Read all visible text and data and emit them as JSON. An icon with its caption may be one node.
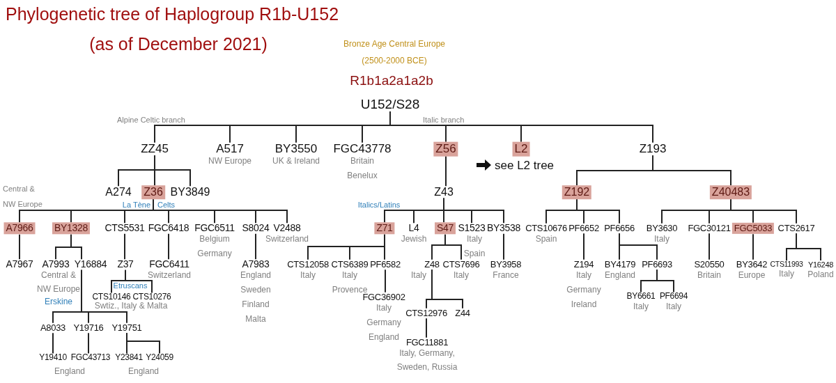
{
  "diagram": {
    "title": "Phylogenetic tree of Haplogroup R1b-U152",
    "nodes": [
      {
        "text": [
          "U152/S28"
        ]
      },
      {
        "text": [
          "ZZ45"
        ]
      },
      {
        "text": [
          "A517"
        ],
        "beside": [
          "NW Europe"
        ]
      },
      {
        "text": [
          "BY3550"
        ],
        "beside": [
          "UK & Ireland"
        ]
      },
      {
        "text": [
          "FGC43778"
        ],
        "beside": [
          "Britain",
          "Benelux"
        ]
      },
      {
        "text": [
          "Z56"
        ]
      },
      {
        "text": [
          "L2"
        ]
      },
      {
        "text": [
          "Z193"
        ]
      },
      {
        "text": [
          "A274"
        ]
      },
      {
        "text": [
          "Z36"
        ]
      },
      {
        "text": [
          "BY3849"
        ]
      },
      {
        "text": [
          "A7966"
        ]
      },
      {
        "text": [
          "BY1328"
        ]
      },
      {
        "text": [
          "CTS5531"
        ]
      },
      {
        "text": [
          "FGC6418"
        ]
      },
      {
        "text": [
          "FGC6511"
        ],
        "beside": [
          "Belgium",
          "Germany"
        ]
      },
      {
        "text": [
          "S8024"
        ]
      },
      {
        "text": [
          "V2488"
        ],
        "beside": [
          "Switzerland"
        ]
      },
      {
        "text": [
          "A7967"
        ]
      },
      {
        "text": [
          "A7993"
        ],
        "beside": [
          "Central & NW Europe"
        ]
      },
      {
        "text": [
          "Y16884"
        ]
      },
      {
        "text": [
          "Z37"
        ]
      },
      {
        "text": [
          "FGC6411"
        ],
        "beside": [
          "Switzerland"
        ]
      },
      {
        "text": [
          "A7983"
        ],
        "beside": [
          "England",
          "Sweden",
          "Finland",
          "Malta"
        ]
      },
      {
        "text": [
          "CTS10146"
        ]
      },
      {
        "text": [
          "CTS10276"
        ]
      },
      {
        "text": [
          "A8033"
        ]
      },
      {
        "text": [
          "Y19716"
        ]
      },
      {
        "text": [
          "Y19751"
        ]
      },
      {
        "text": [
          "Y19410"
        ]
      },
      {
        "text": [
          "FGC43713"
        ]
      },
      {
        "text": [
          "Y23841"
        ]
      },
      {
        "text": [
          "Y24059"
        ]
      },
      {
        "text": [
          "Z43"
        ]
      },
      {
        "text": [
          "Z71"
        ]
      },
      {
        "text": [
          "L4"
        ],
        "beside": [
          "Jewish"
        ]
      },
      {
        "text": [
          "S47"
        ]
      },
      {
        "text": [
          "S1523"
        ],
        "beside": [
          "Italy",
          "Spain"
        ]
      },
      {
        "text": [
          "BY3538"
        ]
      },
      {
        "text": [
          "CTS12058"
        ],
        "beside": [
          "Italy"
        ]
      },
      {
        "text": [
          "CTS6389"
        ],
        "beside": [
          "Italy",
          "Provence"
        ]
      },
      {
        "text": [
          "PF6582"
        ]
      },
      {
        "text": [
          "Z48"
        ],
        "beside": [
          "Italy"
        ]
      },
      {
        "text": [
          "CTS7696"
        ],
        "beside": [
          "Italy"
        ]
      },
      {
        "text": [
          "BY3958"
        ],
        "beside": [
          "France"
        ]
      },
      {
        "text": [
          "FGC36902"
        ],
        "beside": [
          "Italy",
          "Germany",
          "England"
        ]
      },
      {
        "text": [
          "CTS12976"
        ]
      },
      {
        "text": [
          "Z44"
        ]
      },
      {
        "text": [
          "FGC11881"
        ],
        "beside": [
          "Italy, Germany, Sweden, Russia"
        ]
      },
      {
        "text": [
          "Z192"
        ]
      },
      {
        "text": [
          "Z40483"
        ]
      },
      {
        "text": [
          "CTS10676"
        ],
        "beside": [
          "Spain"
        ]
      },
      {
        "text": [
          "PF6652"
        ]
      },
      {
        "text": [
          "PF6656"
        ]
      },
      {
        "text": [
          "BY3630"
        ],
        "beside": [
          "Italy"
        ]
      },
      {
        "text": [
          "FGC30121"
        ]
      },
      {
        "text": [
          "FGC5033"
        ]
      },
      {
        "text": [
          "CTS2617"
        ]
      },
      {
        "text": [
          "Z194"
        ],
        "beside": [
          "Italy",
          "Germany",
          "Ireland"
        ]
      },
      {
        "text": [
          "BY4179"
        ],
        "beside": [
          "England"
        ]
      },
      {
        "text": [
          "PF6693"
        ]
      },
      {
        "text": [
          "BY6661"
        ],
        "beside": [
          "Italy"
        ]
      },
      {
        "text": [
          "PF6694"
        ],
        "beside": [
          "Italy"
        ]
      },
      {
        "text": [
          "S20550"
        ],
        "beside": [
          "Britain"
        ]
      },
      {
        "text": [
          "BY3642"
        ],
        "beside": [
          "Europe"
        ]
      },
      {
        "text": [
          "CTS11993"
        ],
        "beside": [
          "Italy"
        ]
      },
      {
        "text": [
          "Y16248"
        ],
        "beside": [
          "Poland"
        ]
      }
    ],
    "edges": [
      {
        "from": 0,
        "to": 1,
        "arrow": "none"
      },
      {
        "from": 0,
        "to": 2,
        "arrow": "none"
      },
      {
        "from": 0,
        "to": 3,
        "arrow": "none"
      },
      {
        "from": 0,
        "to": 4,
        "arrow": "none"
      },
      {
        "from": 0,
        "to": 5,
        "arrow": "none"
      },
      {
        "from": 0,
        "to": 6,
        "arrow": "none"
      },
      {
        "from": 0,
        "to": 7,
        "arrow": "none"
      },
      {
        "from": 1,
        "to": 8,
        "arrow": "none"
      },
      {
        "from": 1,
        "to": 9,
        "arrow": "none"
      },
      {
        "from": 1,
        "to": 10,
        "arrow": "none"
      },
      {
        "from": 9,
        "to": 11,
        "arrow": "none"
      },
      {
        "from": 9,
        "to": 12,
        "arrow": "none"
      },
      {
        "from": 9,
        "to": 13,
        "arrow": "none"
      },
      {
        "from": 9,
        "to": 14,
        "arrow": "none"
      },
      {
        "from": 9,
        "to": 15,
        "arrow": "none"
      },
      {
        "from": 9,
        "to": 16,
        "arrow": "none"
      },
      {
        "from": 9,
        "to": 17,
        "arrow": "none"
      },
      {
        "from": 11,
        "to": 18,
        "arrow": "none"
      },
      {
        "from": 12,
        "to": 19,
        "arrow": "none"
      },
      {
        "from": 12,
        "to": 20,
        "arrow": "none"
      },
      {
        "from": 13,
        "to": 21,
        "arrow": "none"
      },
      {
        "from": 14,
        "to": 22,
        "arrow": "none"
      },
      {
        "from": 16,
        "to": 23,
        "arrow": "none"
      },
      {
        "from": 21,
        "to": 24,
        "arrow": "none"
      },
      {
        "from": 21,
        "to": 25,
        "arrow": "none"
      },
      {
        "from": 20,
        "to": 26,
        "arrow": "none"
      },
      {
        "from": 20,
        "to": 27,
        "arrow": "none"
      },
      {
        "from": 20,
        "to": 28,
        "arrow": "none"
      },
      {
        "from": 26,
        "to": 29,
        "arrow": "none"
      },
      {
        "from": 27,
        "to": 30,
        "arrow": "none"
      },
      {
        "from": 28,
        "to": 31,
        "arrow": "none"
      },
      {
        "from": 28,
        "to": 32,
        "arrow": "none"
      },
      {
        "from": 5,
        "to": 33,
        "arrow": "none"
      },
      {
        "from": 33,
        "to": 34,
        "arrow": "none"
      },
      {
        "from": 33,
        "to": 35,
        "arrow": "none"
      },
      {
        "from": 33,
        "to": 36,
        "arrow": "none"
      },
      {
        "from": 33,
        "to": 37,
        "arrow": "none"
      },
      {
        "from": 33,
        "to": 38,
        "arrow": "none"
      },
      {
        "from": 34,
        "to": 39,
        "arrow": "none"
      },
      {
        "from": 34,
        "to": 40,
        "arrow": "none"
      },
      {
        "from": 34,
        "to": 41,
        "arrow": "none"
      },
      {
        "from": 41,
        "to": 45,
        "arrow": "none"
      },
      {
        "from": 36,
        "to": 42,
        "arrow": "none"
      },
      {
        "from": 36,
        "to": 43,
        "arrow": "none"
      },
      {
        "from": 38,
        "to": 44,
        "arrow": "none"
      },
      {
        "from": 42,
        "to": 46,
        "arrow": "none"
      },
      {
        "from": 42,
        "to": 47,
        "arrow": "none"
      },
      {
        "from": 46,
        "to": 48,
        "arrow": "none"
      },
      {
        "from": 7,
        "to": 49,
        "arrow": "none"
      },
      {
        "from": 7,
        "to": 50,
        "arrow": "none"
      },
      {
        "from": 49,
        "to": 51,
        "arrow": "none"
      },
      {
        "from": 49,
        "to": 52,
        "arrow": "none"
      },
      {
        "from": 49,
        "to": 53,
        "arrow": "none"
      },
      {
        "from": 52,
        "to": 58,
        "arrow": "none"
      },
      {
        "from": 53,
        "to": 59,
        "arrow": "none"
      },
      {
        "from": 53,
        "to": 60,
        "arrow": "none"
      },
      {
        "from": 60,
        "to": 61,
        "arrow": "none"
      },
      {
        "from": 60,
        "to": 62,
        "arrow": "none"
      },
      {
        "from": 50,
        "to": 54,
        "arrow": "none"
      },
      {
        "from": 50,
        "to": 55,
        "arrow": "none"
      },
      {
        "from": 50,
        "to": 56,
        "arrow": "none"
      },
      {
        "from": 50,
        "to": 57,
        "arrow": "none"
      },
      {
        "from": 55,
        "to": 63,
        "arrow": "none"
      },
      {
        "from": 56,
        "to": 64,
        "arrow": "none"
      },
      {
        "from": 57,
        "to": 65,
        "arrow": "none"
      },
      {
        "from": 57,
        "to": 66,
        "arrow": "none"
      }
    ],
    "labels": [
      "(as of December 2021)",
      "Bronze Age Central Europe",
      "(2500-2000 BCE)",
      "R1b1a2a1a2b",
      "Alpine Celtic branch",
      "Italic branch",
      "see L2 tree",
      "Central & NW Europe",
      "La Tène",
      "Celts",
      "Italics/Latins",
      "Erskine",
      "Etruscans",
      "Swtiz., Italy & Malta",
      "England",
      "England"
    ]
  }
}
